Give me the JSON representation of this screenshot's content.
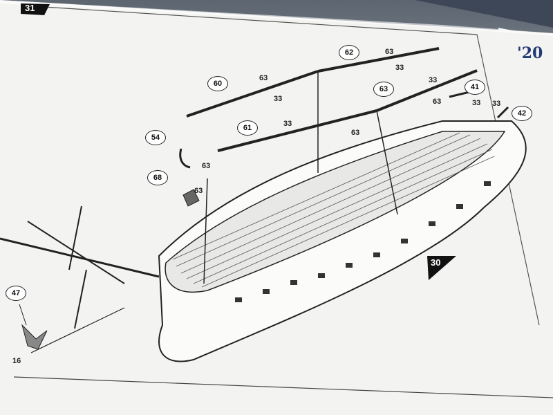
{
  "steps": {
    "top": "31",
    "bottom": "30"
  },
  "background": {
    "book_text": "'20"
  },
  "refs": {
    "r62": "62",
    "r60": "60",
    "r63": "63",
    "r41": "41",
    "r42": "42",
    "r61": "61",
    "r54": "54",
    "r68": "68",
    "r47": "47"
  },
  "labels": {
    "a": "63",
    "b": "33",
    "c": "63",
    "d": "33",
    "e": "33",
    "f": "63",
    "g": "33",
    "h": "33",
    "i": "33",
    "j": "63",
    "k": "63",
    "l": "63",
    "m": "16"
  }
}
